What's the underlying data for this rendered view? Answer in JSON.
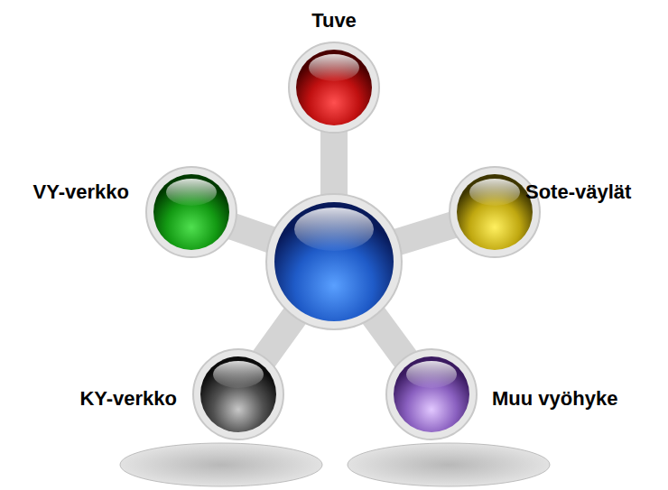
{
  "diagram": {
    "nodes": [
      {
        "text": [
          "Tuve"
        ]
      },
      {
        "text": [
          "VY-verkko"
        ]
      },
      {
        "text": [
          "Sote-väylät"
        ]
      },
      {
        "text": [
          "KY-verkko"
        ]
      },
      {
        "text": [
          "Muu vyöhyke"
        ]
      }
    ]
  }
}
